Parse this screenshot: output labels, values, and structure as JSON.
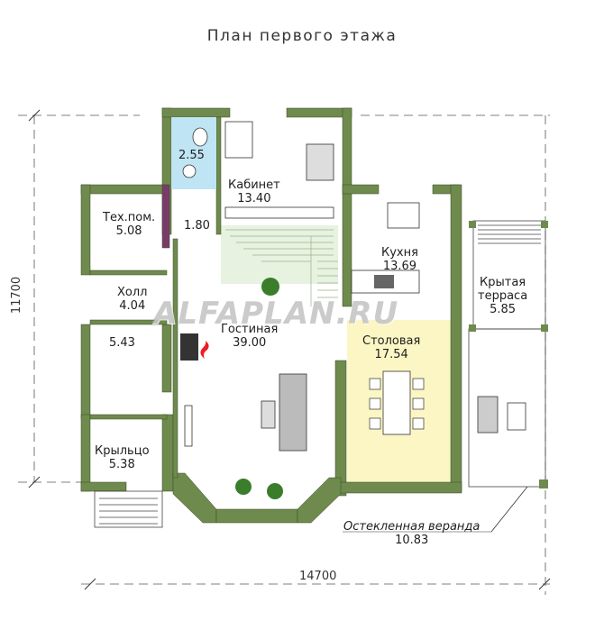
{
  "title": "План первого этажа",
  "watermark": "ALFAPLAN.RU",
  "dimensions": {
    "width": "14700",
    "depth": "11700"
  },
  "rooms": {
    "bath": {
      "name": "",
      "area": "2.55"
    },
    "study": {
      "name": "Кабинет",
      "area": "13.40"
    },
    "tech": {
      "name": "Тех.пом.",
      "area": "5.08"
    },
    "corridor": {
      "name": "",
      "area": "1.80"
    },
    "kitchen": {
      "name": "Кухня",
      "area": "13.69"
    },
    "hall": {
      "name": "Холл",
      "area": "4.04"
    },
    "living": {
      "name": "Гостиная",
      "area": "39.00"
    },
    "dining": {
      "name": "Столовая",
      "area": "17.54"
    },
    "vestibule": {
      "name": "",
      "area": "5.43"
    },
    "porch": {
      "name": "Крыльцо",
      "area": "5.38"
    },
    "terrace": {
      "name_line1": "Крытая",
      "name_line2": "терраса",
      "area": "5.85"
    },
    "veranda": {
      "name": "Остекленная веранда",
      "area": "10.83"
    }
  },
  "colors": {
    "wall": "#6e8a4c",
    "dining_floor": "#fbf6c4",
    "living_floor": "#ffffff",
    "fireplace": "#ee1c24"
  }
}
